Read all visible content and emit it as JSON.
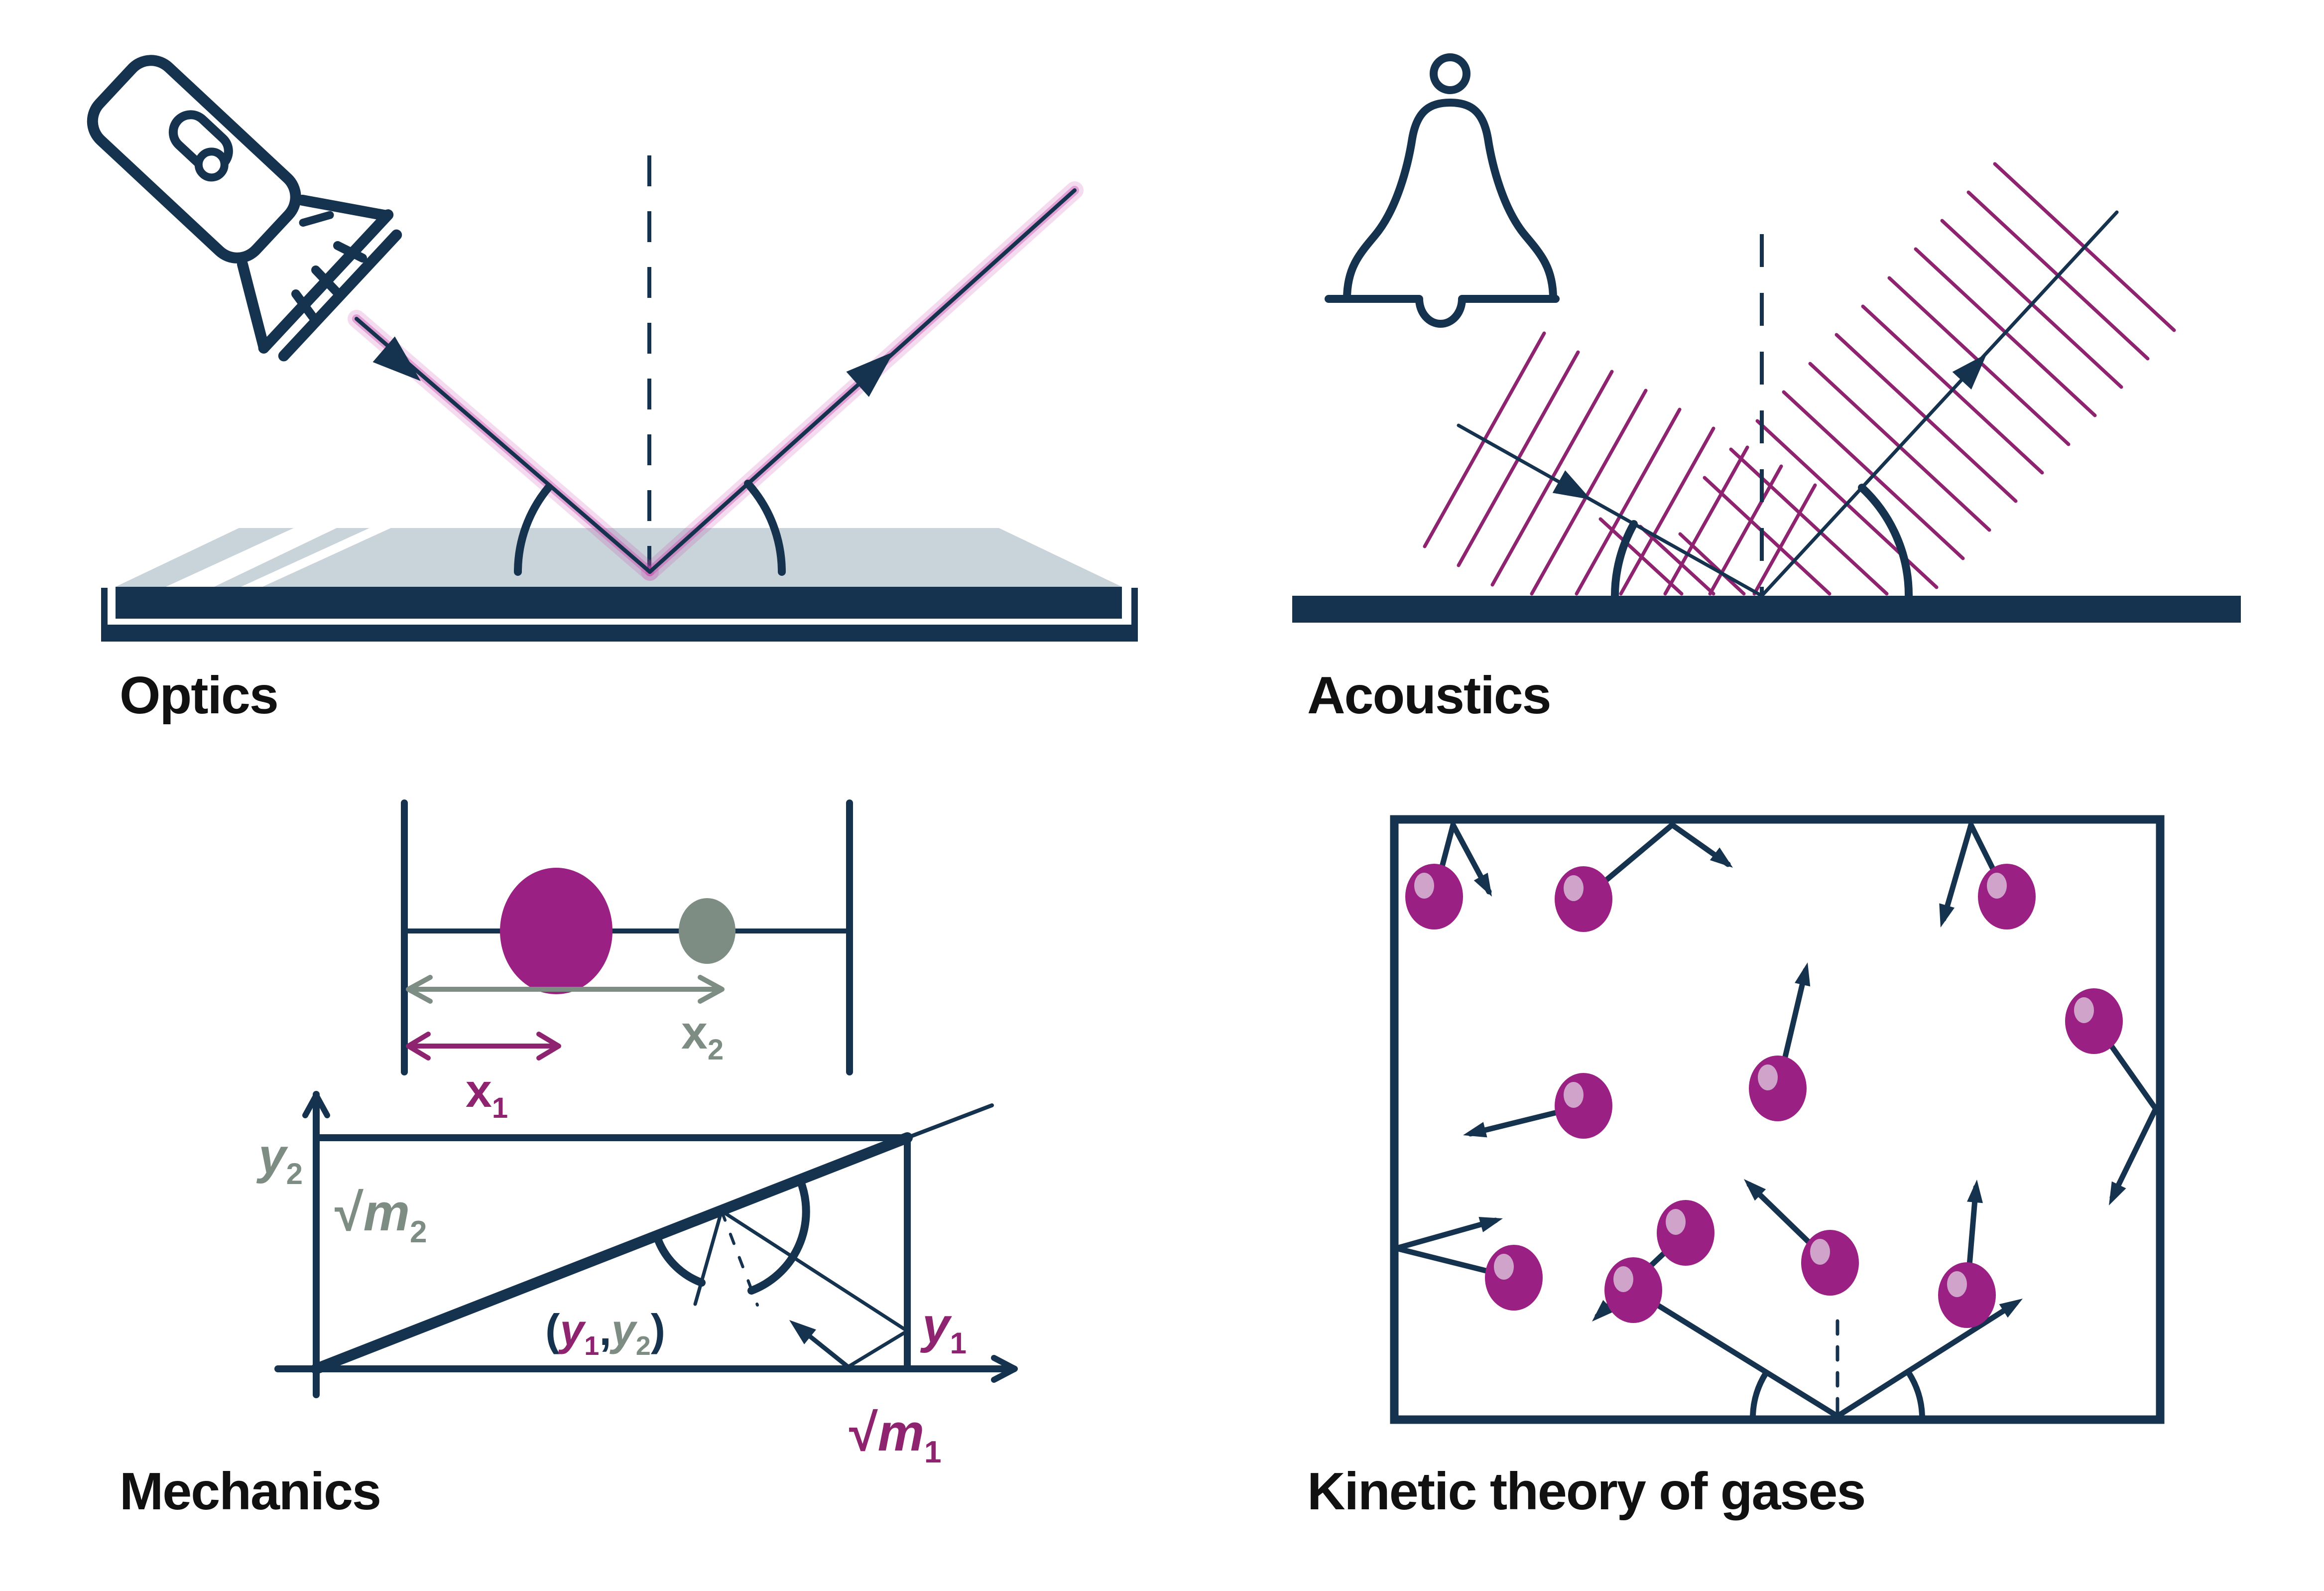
{
  "colors": {
    "navy": "#15324e",
    "magenta": "#8e2370",
    "purple": "#9a2183",
    "purple_light": "#d0a3cb",
    "gray_green": "#7d8d83",
    "mirror": "#c9d3da",
    "glow": "#c94cae",
    "label": "#111111",
    "background": "#ffffff"
  },
  "figure": {
    "type": "physics-education-diagram",
    "icons": [
      "flashlight-icon",
      "bell-icon"
    ]
  },
  "panels": {
    "optics": {
      "label": "Optics"
    },
    "acoustics": {
      "label": "Acoustics"
    },
    "mechanics": {
      "label": "Mechanics",
      "x1": {
        "base": "x",
        "sub": "1"
      },
      "x2": {
        "base": "x",
        "sub": "2"
      },
      "y1": {
        "base": "y",
        "sub": "1"
      },
      "y2": {
        "base": "y",
        "sub": "2"
      },
      "sqrt_m1": {
        "radical": "√",
        "base": "m",
        "sub": "1"
      },
      "sqrt_m2": {
        "radical": "√",
        "base": "m",
        "sub": "2"
      },
      "point": {
        "open": "(",
        "comma": ",",
        "close": ")"
      }
    },
    "kinetic": {
      "label": "Kinetic theory of gases"
    }
  }
}
